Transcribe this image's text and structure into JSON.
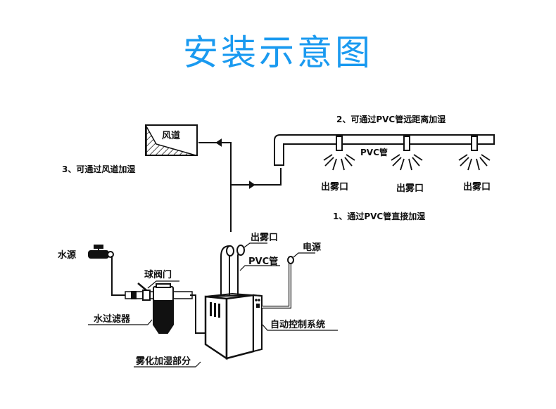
{
  "title": "安装示意图",
  "colors": {
    "title": "#1a9af0",
    "line": "#111111"
  },
  "labels": {
    "duct": "风道",
    "method3": "3、可通过风道加湿",
    "method2": "2、可通过PVC管远距离加湿",
    "pvc_pipe_top": "PVC管",
    "mist_outlets": [
      "出雾口",
      "出雾口",
      "出雾口"
    ],
    "method1": "1、通过PVC管直接加湿",
    "water_source": "水源",
    "ball_valve": "球阀门",
    "water_filter": "水过滤器",
    "mist_outlet_unit": "出雾口",
    "pvc_pipe_unit": "PVC管",
    "power": "电源",
    "auto_control": "自动控制系统",
    "atomizing_part": "雾化加湿部分"
  }
}
